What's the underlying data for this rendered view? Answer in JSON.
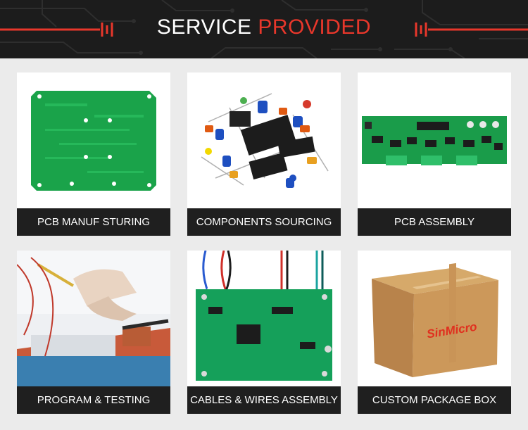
{
  "header": {
    "title_white": "SERVICE",
    "title_red": "PROVIDED"
  },
  "services": [
    {
      "label": "PCB MANUF STURING",
      "icon": "pcb-board-image"
    },
    {
      "label": "COMPONENTS SOURCING",
      "icon": "electronic-components-image"
    },
    {
      "label": "PCB ASSEMBLY",
      "icon": "pcb-assembly-image"
    },
    {
      "label": "PROGRAM & TESTING",
      "icon": "soldering-testing-image"
    },
    {
      "label": "CABLES & WIRES ASSEMBLY",
      "icon": "cabled-board-image"
    },
    {
      "label": "CUSTOM PACKAGE BOX",
      "icon": "cardboard-box-image"
    }
  ],
  "box_brand": "SinMicro",
  "colors": {
    "accent": "#e8372b",
    "header_bg": "#1c1c1c",
    "caption_bg": "#1f1f1f",
    "pcb_green": "#1aa34a"
  }
}
